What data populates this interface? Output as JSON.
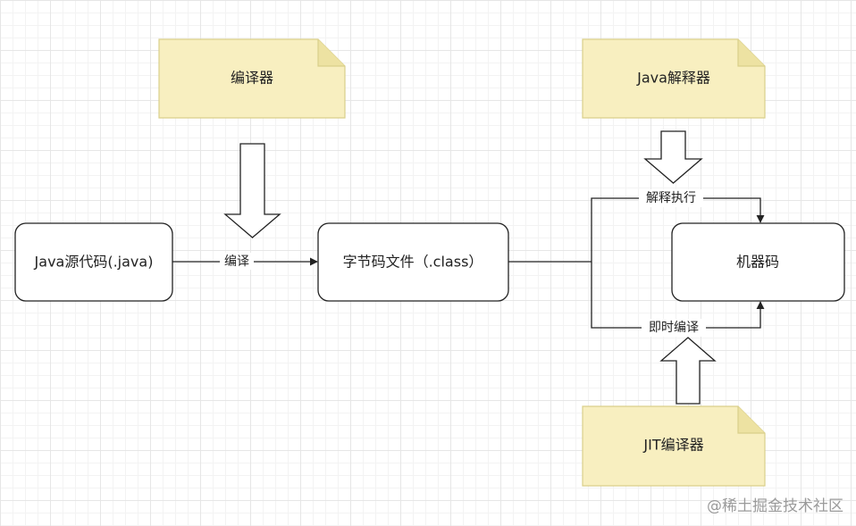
{
  "notes": {
    "compiler": "编译器",
    "java_interpreter": "Java解释器",
    "jit_compiler": "JIT编译器"
  },
  "nodes": {
    "source": "Java源代码(.java)",
    "bytecode": "字节码文件（.class）",
    "machine": "机器码"
  },
  "edges": {
    "compile": "编译",
    "interpret": "解释执行",
    "jit": "即时编译"
  },
  "watermark": "@稀土掘金技术社区",
  "colors": {
    "note_fill": "#f8efc0",
    "note_stroke": "#d9cf8a",
    "box_stroke": "#222222",
    "edge": "#222222"
  }
}
